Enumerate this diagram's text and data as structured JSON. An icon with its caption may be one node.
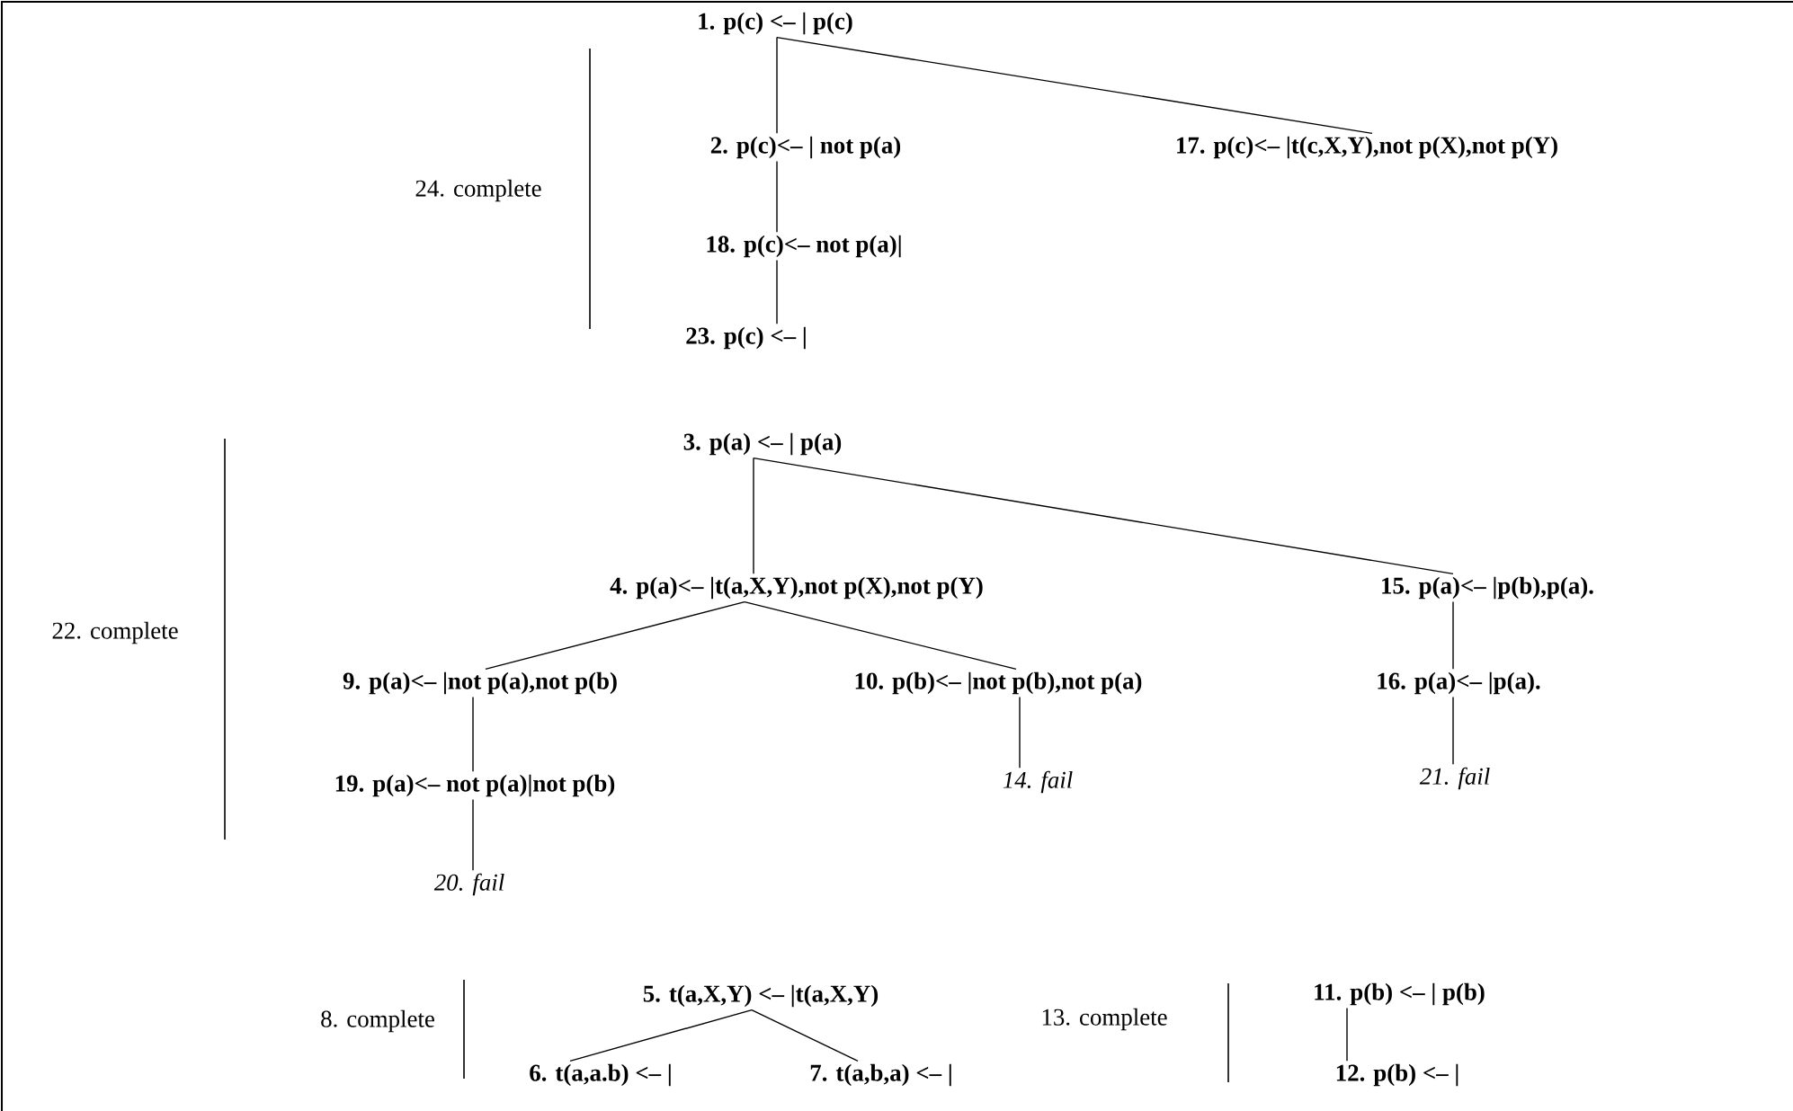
{
  "diagram": {
    "nodes": [
      {
        "text": [
          "1. p(c) <– | p(c)"
        ]
      },
      {
        "text": [
          "2. p(c)<– | not p(a)"
        ]
      },
      {
        "text": [
          "17. p(c)<– |t(c,X,Y),not p(X),not p(Y)"
        ]
      },
      {
        "text": [
          "18. p(c)<– not p(a)|"
        ]
      },
      {
        "text": [
          "23. p(c) <– |"
        ]
      },
      {
        "text": [
          "3. p(a) <– | p(a)"
        ]
      },
      {
        "text": [
          "4. p(a)<– |t(a,X,Y),not p(X),not p(Y)"
        ]
      },
      {
        "text": [
          "15. p(a)<– |p(b),p(a)."
        ]
      },
      {
        "text": [
          "9. p(a)<– |not p(a),not p(b)"
        ]
      },
      {
        "text": [
          "10. p(b)<– |not p(b),not p(a)"
        ]
      },
      {
        "text": [
          "16. p(a)<– |p(a)."
        ]
      },
      {
        "text": [
          "19. p(a)<– not p(a)|not p(b)"
        ]
      },
      {
        "text": [
          "14. fail"
        ]
      },
      {
        "text": [
          "21. fail"
        ]
      },
      {
        "text": [
          "20. fail"
        ]
      },
      {
        "text": [
          "5. t(a,X,Y) <– |t(a,X,Y)"
        ]
      },
      {
        "text": [
          "6. t(a,a.b) <– |"
        ]
      },
      {
        "text": [
          "7. t(a,b,a) <– |"
        ]
      },
      {
        "text": [
          "11. p(b) <– | p(b)"
        ]
      },
      {
        "text": [
          "12. p(b) <– |"
        ]
      }
    ],
    "edges": [
      {
        "from": 0,
        "to": 1,
        "arrow": "none"
      },
      {
        "from": 0,
        "to": 2,
        "arrow": "none"
      },
      {
        "from": 1,
        "to": 3,
        "arrow": "none"
      },
      {
        "from": 3,
        "to": 4,
        "arrow": "none"
      },
      {
        "from": 5,
        "to": 6,
        "arrow": "none"
      },
      {
        "from": 5,
        "to": 7,
        "arrow": "none"
      },
      {
        "from": 6,
        "to": 8,
        "arrow": "none"
      },
      {
        "from": 6,
        "to": 9,
        "arrow": "none"
      },
      {
        "from": 8,
        "to": 11,
        "arrow": "none"
      },
      {
        "from": 11,
        "to": 14,
        "arrow": "none"
      },
      {
        "from": 9,
        "to": 12,
        "arrow": "none"
      },
      {
        "from": 7,
        "to": 10,
        "arrow": "none"
      },
      {
        "from": 10,
        "to": 13,
        "arrow": "none"
      },
      {
        "from": 15,
        "to": 16,
        "arrow": "none"
      },
      {
        "from": 15,
        "to": 17,
        "arrow": "none"
      },
      {
        "from": 18,
        "to": 19,
        "arrow": "none"
      }
    ],
    "labels": [
      "24. complete",
      "22. complete",
      "8. complete",
      "13. complete"
    ]
  }
}
